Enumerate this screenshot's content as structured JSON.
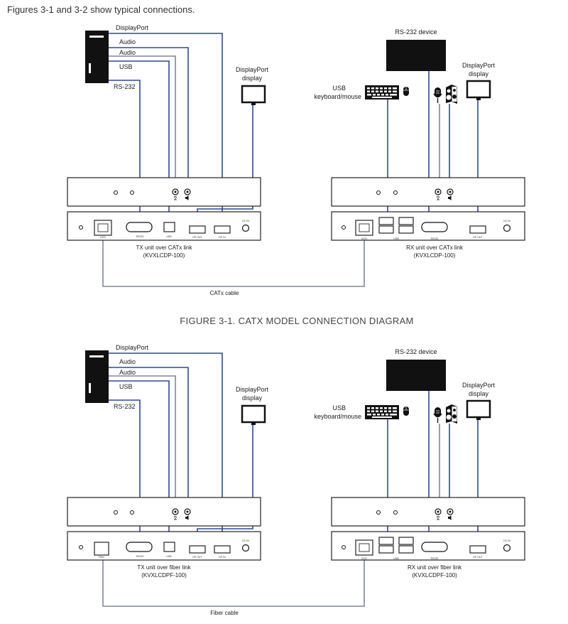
{
  "intro": "Figures 3-1 and 3-2 show typical connections.",
  "figure1": {
    "caption": "FIGURE 3-1. CATX MODEL CONNECTION DIAGRAM",
    "tx_title": "TX unit over CATx link",
    "tx_model": "(KVXLCDP-100)",
    "rx_title": "RX unit over CATx link",
    "rx_model": "(KVXLCDP-100)",
    "cable_label": "CATx cable"
  },
  "figure2": {
    "tx_title": "TX unit over fiber link",
    "tx_model": "(KVXLCDPF-100)",
    "rx_title": "RX unit over fiber link",
    "rx_model": "(KVXLCDPF-100)",
    "cable_label": "Fiber cable"
  },
  "labels": {
    "displayport": "DisplayPort",
    "audio": "Audio",
    "usb": "USB",
    "rs232": "RS-232",
    "dp_display_1": "DisplayPort",
    "dp_display_2": "display",
    "rs232_device": "RS-232 device",
    "usb_km_1": "USB",
    "usb_km_2": "keyboard/mouse"
  },
  "ports": {
    "rs232": "RS232",
    "usb": "USB",
    "dp_out": "DP OUT",
    "dp_in": "DP IN",
    "dc_in": "DC IN",
    "catx": "CATx",
    "fiber": "Fiber"
  },
  "colors": {
    "cable": "#2c4a99",
    "cable_gray": "#7f8799",
    "panel_stroke": "#222222",
    "monitor_fill": "#111111"
  }
}
